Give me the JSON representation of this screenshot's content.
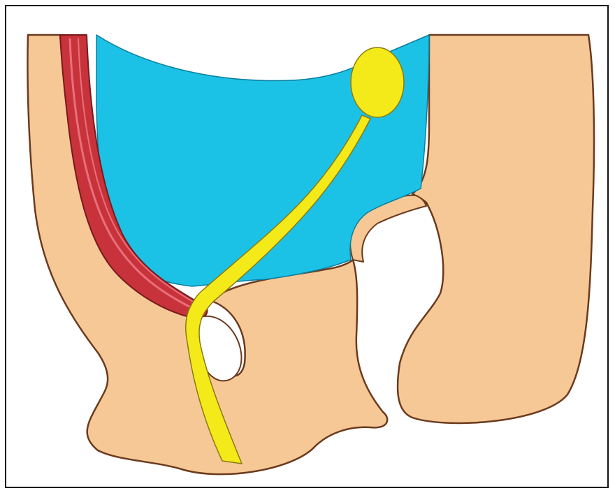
{
  "colors": {
    "tissue": "#f6c896",
    "tissue_outline": "#6b3a1e",
    "bladder_fill": "#1cc2e6",
    "nerve_yellow": "#f4ea1a",
    "muscle_red": "#c8323a",
    "muscle_highlight": "#e8707a",
    "background": "#ffffff",
    "frame_border": "#111111"
  },
  "structures": [
    {
      "id": "pelvic-tissue",
      "kind": "tissue"
    },
    {
      "id": "right-limb-tissue",
      "kind": "tissue"
    },
    {
      "id": "blue-cavity",
      "kind": "fluid"
    },
    {
      "id": "red-muscle",
      "kind": "muscle"
    },
    {
      "id": "yellow-bulb",
      "kind": "nerve"
    },
    {
      "id": "yellow-nerve-cord",
      "kind": "nerve"
    },
    {
      "id": "white-opening",
      "kind": "opening"
    }
  ]
}
